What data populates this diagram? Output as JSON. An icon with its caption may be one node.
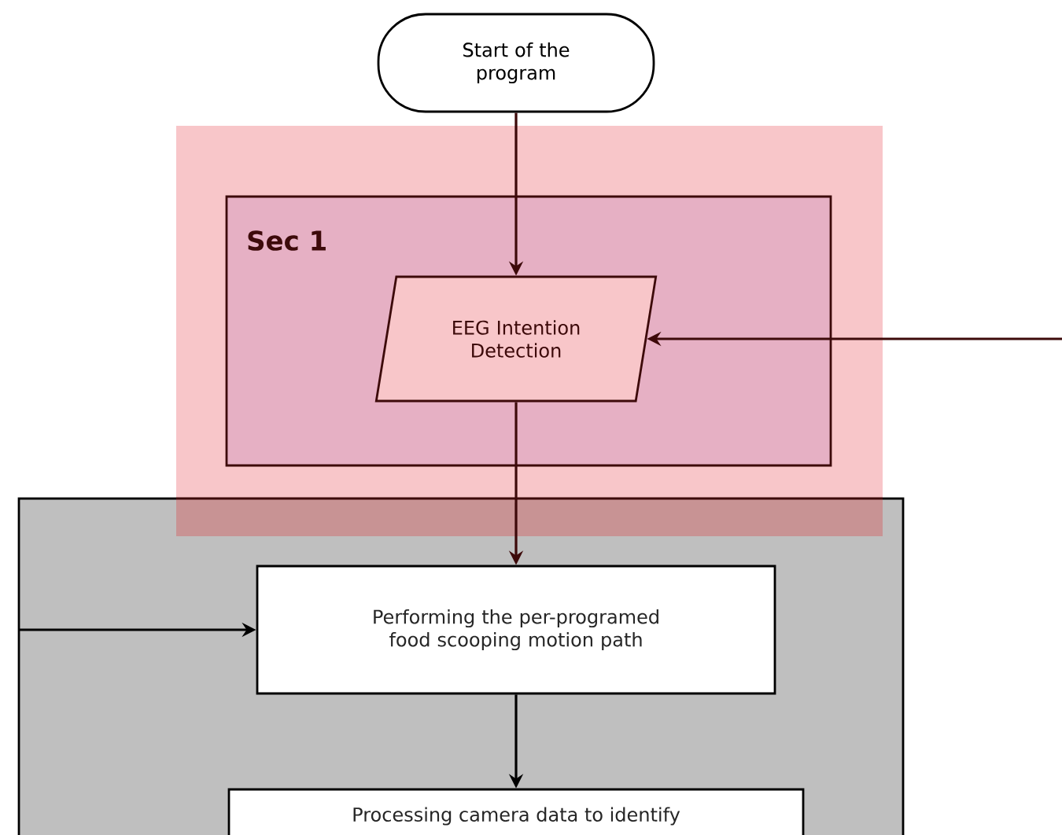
{
  "diagram": {
    "nodes": [
      {
        "text": [
          "Start of the program"
        ]
      },
      {
        "text": [
          "Sec 1"
        ]
      },
      {
        "text": [
          "EEG Intention Detection"
        ],
        "in": 1
      },
      {
        "text": [],
        "shape": "box"
      },
      {
        "text": [
          "Performing the per-programed food scooping motion path"
        ],
        "in": 3
      },
      {
        "text": [
          "Processing camera data to identify"
        ],
        "in": 3
      }
    ],
    "edges": [
      {
        "from": 0,
        "to": 2,
        "arrow": "to"
      },
      {
        "from": null,
        "to": 2,
        "arrow": "to"
      },
      {
        "from": 2,
        "to": 4,
        "arrow": "to"
      },
      {
        "from": null,
        "to": 4,
        "arrow": "to",
        "color": "#000000"
      },
      {
        "from": 4,
        "to": 5,
        "arrow": "to",
        "color": "#000000"
      }
    ]
  }
}
